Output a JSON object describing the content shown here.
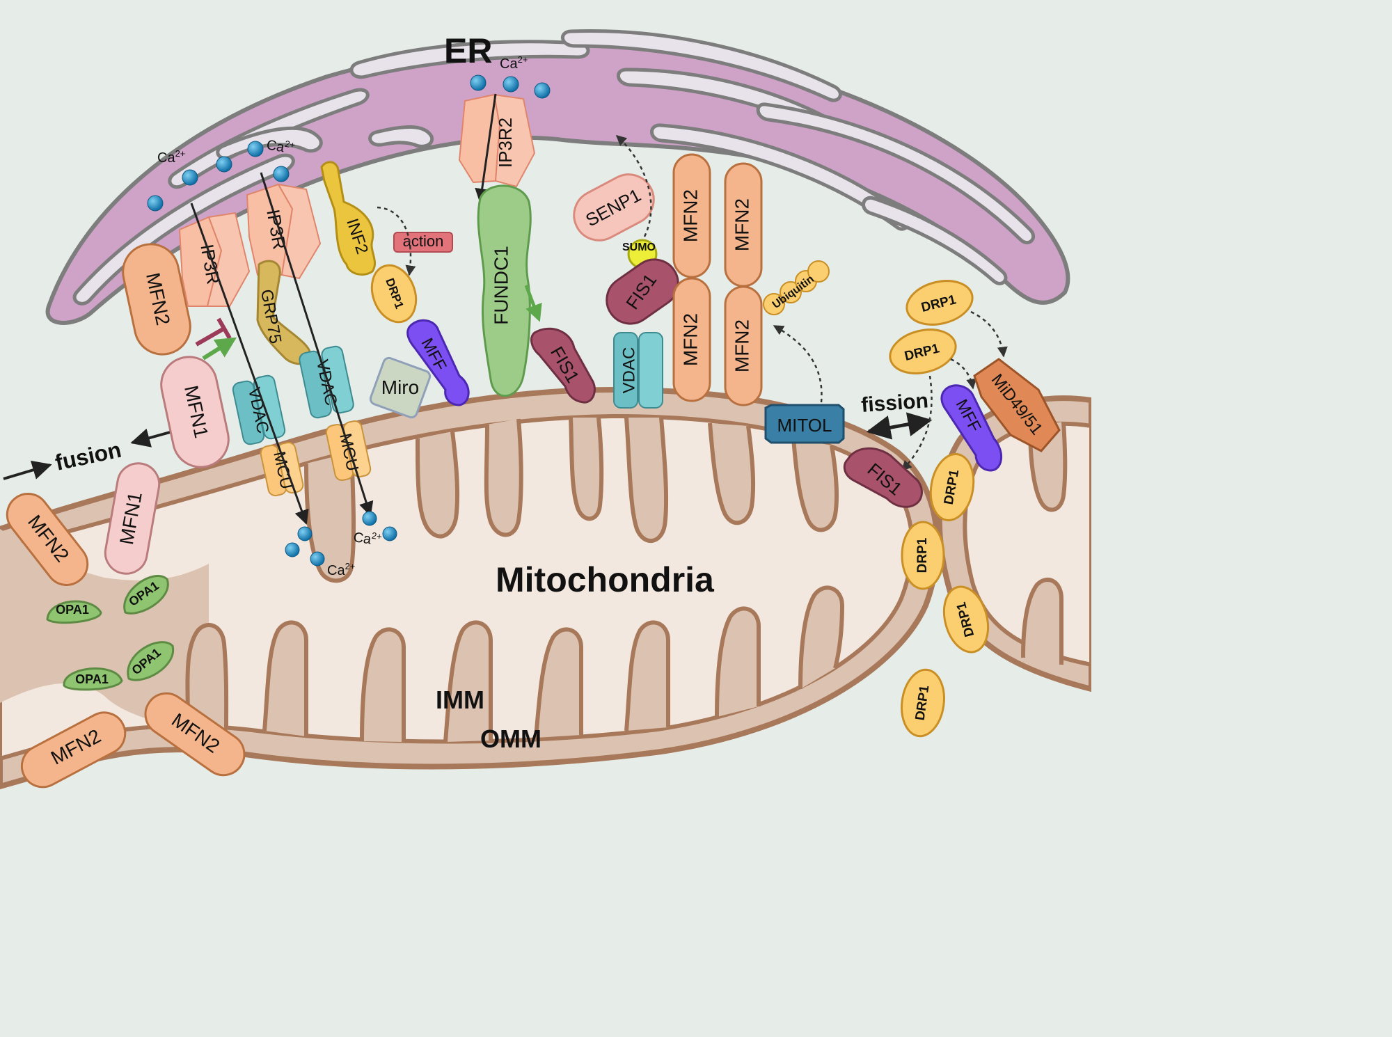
{
  "title": "ER",
  "organelles": {
    "er": "ER",
    "mito": "Mitochondria",
    "imm": "IMM",
    "omm": "OMM"
  },
  "ions": {
    "ca": "Ca",
    "sup": "2+"
  },
  "processes": {
    "fusion": "fusion",
    "fission": "fission",
    "action": "action"
  },
  "proteins": {
    "mfn1": "MFN1",
    "mfn2": "MFN2",
    "opa1": "OPA1",
    "ip3r": "IP3R",
    "ip3r2": "IP3R2",
    "grp75": "GRP75",
    "vdac": "VDAC",
    "mcu": "MCU",
    "inf2": "INF2",
    "drp1": "DRP1",
    "mff": "MFF",
    "miro": "Miro",
    "fundc1": "FUNDC1",
    "fis1": "FIS1",
    "senp1": "SENP1",
    "sumo": "SUMO",
    "ubiquitin": "Ubiquitin",
    "mitol": "MITOL",
    "mid4951": "MiD49/51"
  },
  "colors": {
    "background": "#e6ede9",
    "er": "#cfa3c8",
    "er_stroke": "#7d7d7d",
    "mito_omm": "#dcc3b1",
    "mito_matrix": "#f3e8df",
    "mito_stroke": "#a8785a",
    "mfn2": "#f4b58c",
    "mfn1": "#f6cdcd",
    "opa1": "#8fc470",
    "ip3r": "#f8bfa5",
    "vdac": "#6cc0c5",
    "mcu": "#fcc77b",
    "grp75": "#d8b85d",
    "inf2": "#ecc53f",
    "drp1": "#fbcf70",
    "mff": "#7b4ff2",
    "miro": "#cbd7c3",
    "fundc1": "#9ccc88",
    "fis1": "#a9526b",
    "senp1": "#f6c6bd",
    "sumo": "#ecee37",
    "mitol": "#3a7fa5",
    "mid4951": "#e08957",
    "calcium": "#1c92c9"
  }
}
